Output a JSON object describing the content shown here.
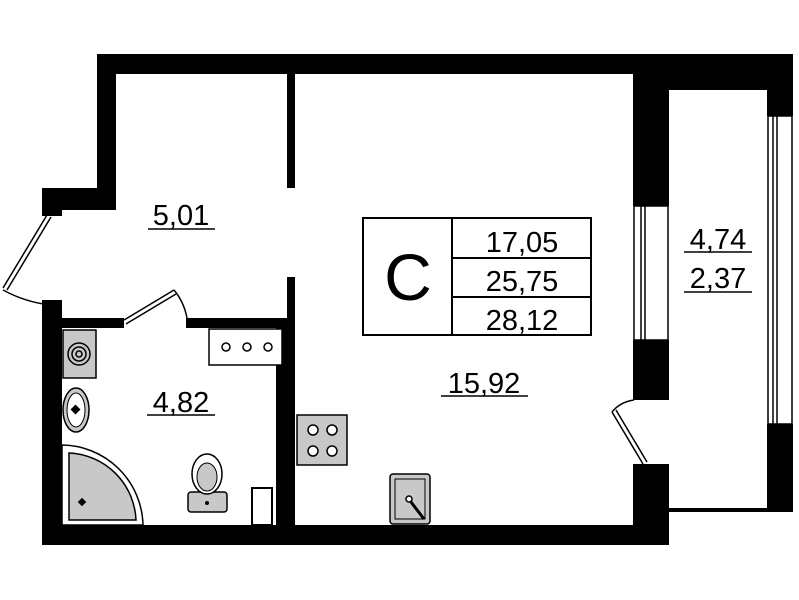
{
  "plan": {
    "type_letter": "C",
    "areas_summary": [
      "17,05",
      "25,75",
      "28,12"
    ],
    "rooms": {
      "hall": "5,01",
      "bathroom": "4,82",
      "living": "15,92",
      "balcony_area": "4,74",
      "balcony_reduced": "2,37"
    }
  },
  "colors": {
    "wall": "#000000",
    "fixture": "#c8c8c8",
    "background": "#ffffff"
  }
}
